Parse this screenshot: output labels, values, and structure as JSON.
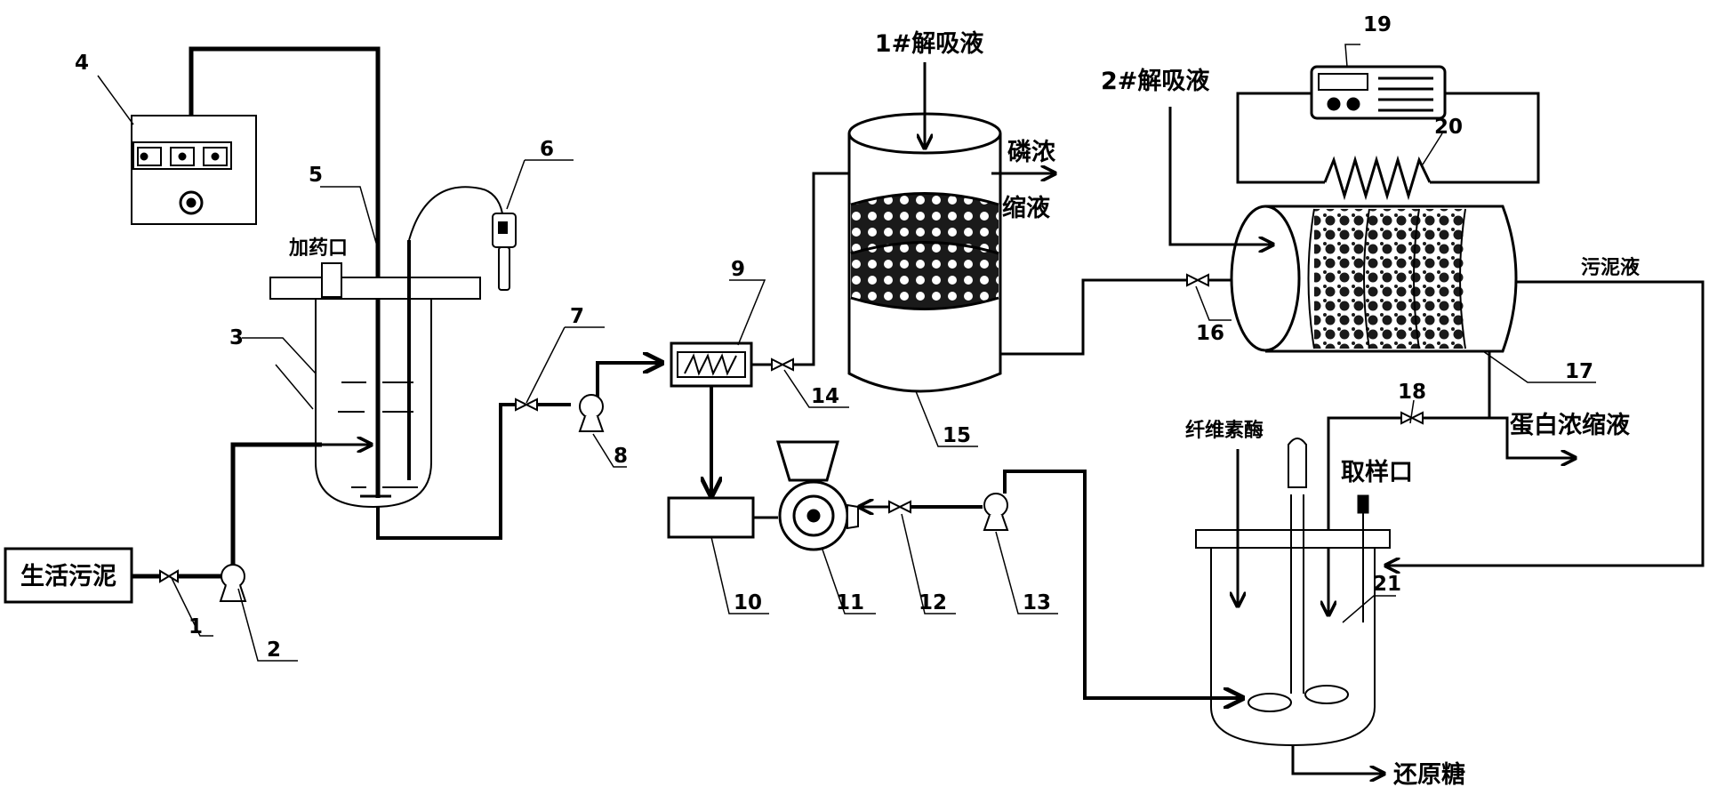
{
  "labels": {
    "n1": "1",
    "n2": "2",
    "n3": "3",
    "n4": "4",
    "n5": "5",
    "n6": "6",
    "n7": "7",
    "n8": "8",
    "n9": "9",
    "n10": "10",
    "n11": "11",
    "n12": "12",
    "n13": "13",
    "n14": "14",
    "n15": "15",
    "n16": "16",
    "n17": "17",
    "n18": "18",
    "n19": "19",
    "n20": "20",
    "n21": "21"
  },
  "text": {
    "sludge_source": "生活污泥",
    "dosing_port": "加药口",
    "desorb1": "1#解吸液",
    "phosphorus_concentrate_1": "磷浓",
    "phosphorus_concentrate_2": "缩液",
    "desorb2": "2#解吸液",
    "sludge_liquid": "污泥液",
    "protein_concentrate": "蛋白浓缩液",
    "cellulase": "纤维素酶",
    "sampling_port": "取样口",
    "reducing_sugar": "还原糖"
  }
}
